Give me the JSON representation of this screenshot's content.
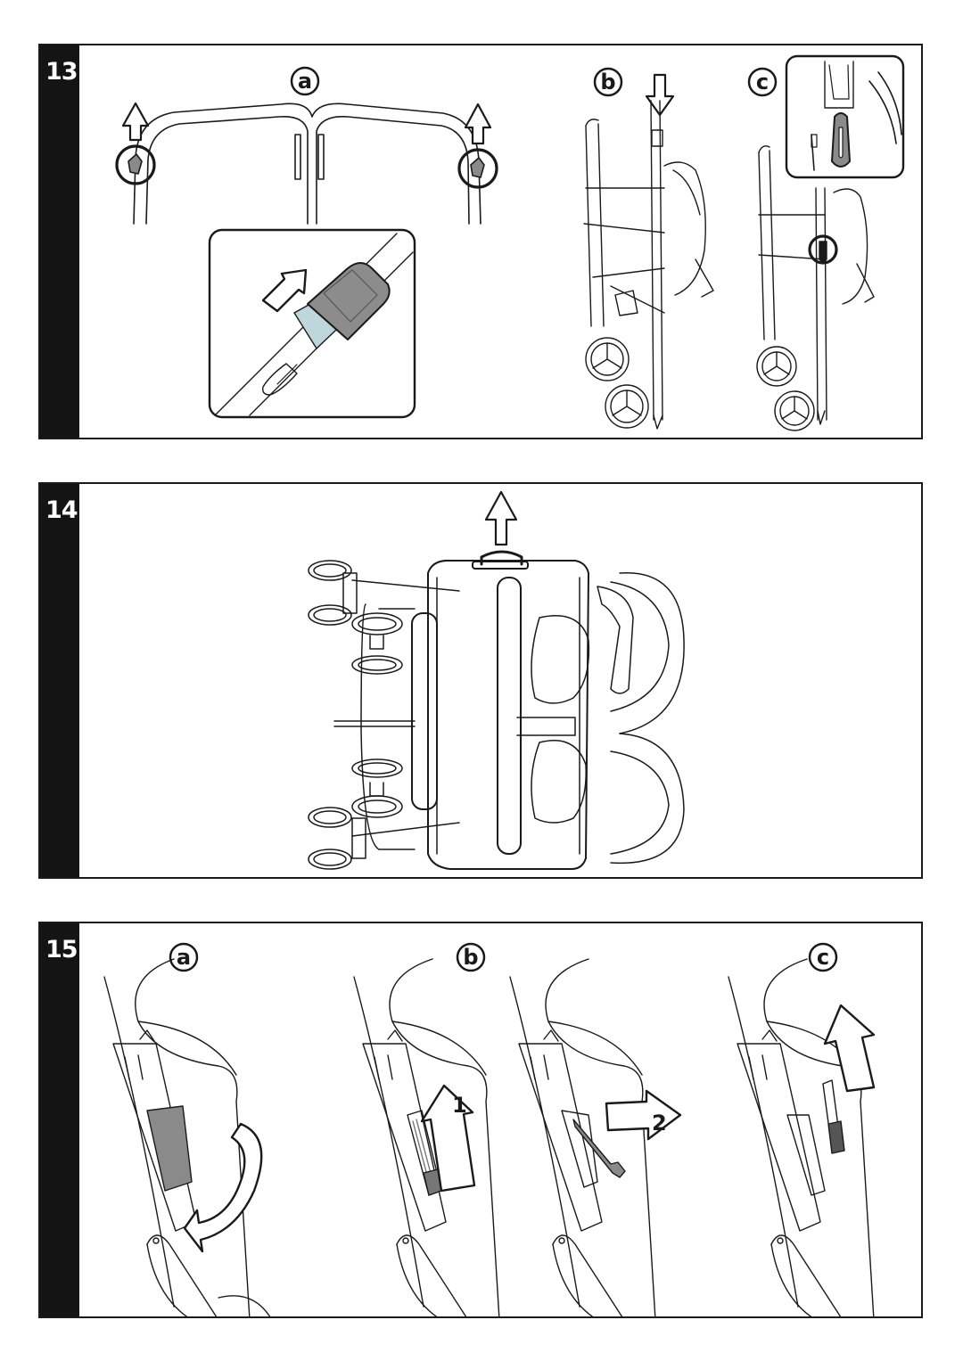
{
  "steps": [
    {
      "number": "13",
      "sub_labels": [
        "a",
        "b",
        "c"
      ]
    },
    {
      "number": "14"
    },
    {
      "number": "15",
      "sub_labels": [
        "a",
        "b",
        "c"
      ],
      "arrow_numbers": [
        "1",
        "2"
      ]
    }
  ],
  "icons": [
    "up-arrow-icon",
    "down-arrow-icon",
    "curved-arrow-icon",
    "diagonal-arrow-icon"
  ],
  "colors": {
    "frame": "#141414",
    "button_grey": "#8a8a8a",
    "latch_blue": "#bfd6dc"
  }
}
